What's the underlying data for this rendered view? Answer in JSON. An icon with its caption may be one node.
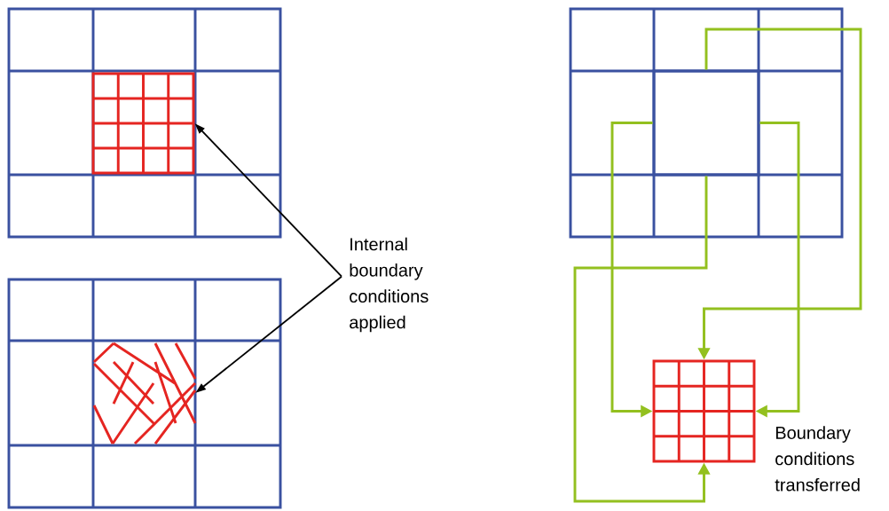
{
  "diagram": {
    "nodes": [
      {
        "text": [
          "Internal boundary conditions applied"
        ]
      },
      {
        "text": [],
        "shape": "box"
      },
      {
        "text": [],
        "shape": "picture"
      },
      {
        "text": [],
        "shape": "box"
      },
      {
        "text": [],
        "shape": "box",
        "beside": [
          "Boundary conditions transferred"
        ]
      }
    ],
    "edges": [
      {
        "from": 0,
        "to": 1,
        "arrow": "to",
        "color": "#000000"
      },
      {
        "from": 0,
        "to": 2,
        "arrow": "to",
        "color": "#000000"
      },
      {
        "from": 3,
        "to": 4,
        "arrow": "to",
        "color": "#93c01f"
      },
      {
        "from": 3,
        "to": 4,
        "arrow": "to",
        "color": "#93c01f"
      },
      {
        "from": 3,
        "to": 4,
        "arrow": "to",
        "color": "#93c01f"
      },
      {
        "from": 3,
        "to": 4,
        "arrow": "to",
        "color": "#93c01f"
      }
    ]
  }
}
